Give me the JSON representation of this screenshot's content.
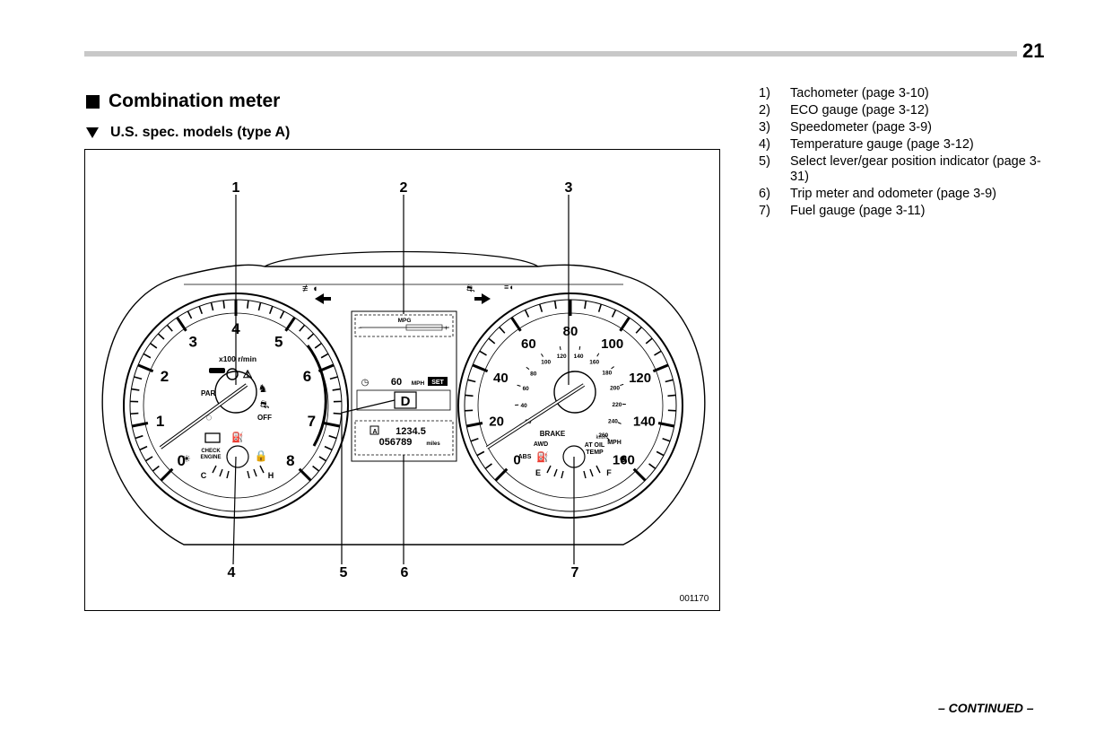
{
  "page_number": "21",
  "section_title": "Combination meter",
  "subsection_title": "U.S. spec. models (type A)",
  "figure": {
    "code": "001170",
    "callouts": [
      "1",
      "2",
      "3",
      "4",
      "5",
      "6",
      "7"
    ],
    "tachometer": {
      "ticks": [
        "0",
        "1",
        "2",
        "3",
        "4",
        "5",
        "6",
        "7",
        "8"
      ],
      "unit": "x100 r/min",
      "labels": {
        "park": "PARK",
        "check": "CHECK",
        "engine": "ENGINE",
        "off": "OFF",
        "cold": "C",
        "hot": "H"
      }
    },
    "display": {
      "mpg": "MPG",
      "cruise_speed": "60",
      "cruise_unit": "MPH",
      "set": "SET",
      "gear": "D",
      "trip_label": "A",
      "trip": "1234.5",
      "odometer": "056789",
      "odo_unit": "miles"
    },
    "speedometer": {
      "mph_ticks": [
        "0",
        "20",
        "40",
        "60",
        "80",
        "100",
        "120",
        "140",
        "160"
      ],
      "mph_unit": "MPH",
      "kmh_ticks": [
        "20",
        "40",
        "60",
        "80",
        "100",
        "120",
        "140",
        "160",
        "180",
        "200",
        "220",
        "240",
        "260"
      ],
      "kmh_unit": "km/h",
      "labels": {
        "brake": "BRAKE",
        "awd": "AWD",
        "abs": "ABS",
        "at_oil": "AT OIL",
        "temp": "TEMP",
        "empty": "E",
        "full": "F"
      }
    }
  },
  "references": [
    {
      "num": "1)",
      "text": "Tachometer (page 3-10)"
    },
    {
      "num": "2)",
      "text": "ECO gauge (page 3-12)"
    },
    {
      "num": "3)",
      "text": "Speedometer (page 3-9)"
    },
    {
      "num": "4)",
      "text": "Temperature gauge (page 3-12)"
    },
    {
      "num": "5)",
      "text": "Select lever/gear position indicator (page 3-31)"
    },
    {
      "num": "6)",
      "text": "Trip meter and odometer (page 3-9)"
    },
    {
      "num": "7)",
      "text": "Fuel gauge (page 3-11)"
    }
  ],
  "footer": "– CONTINUED –"
}
